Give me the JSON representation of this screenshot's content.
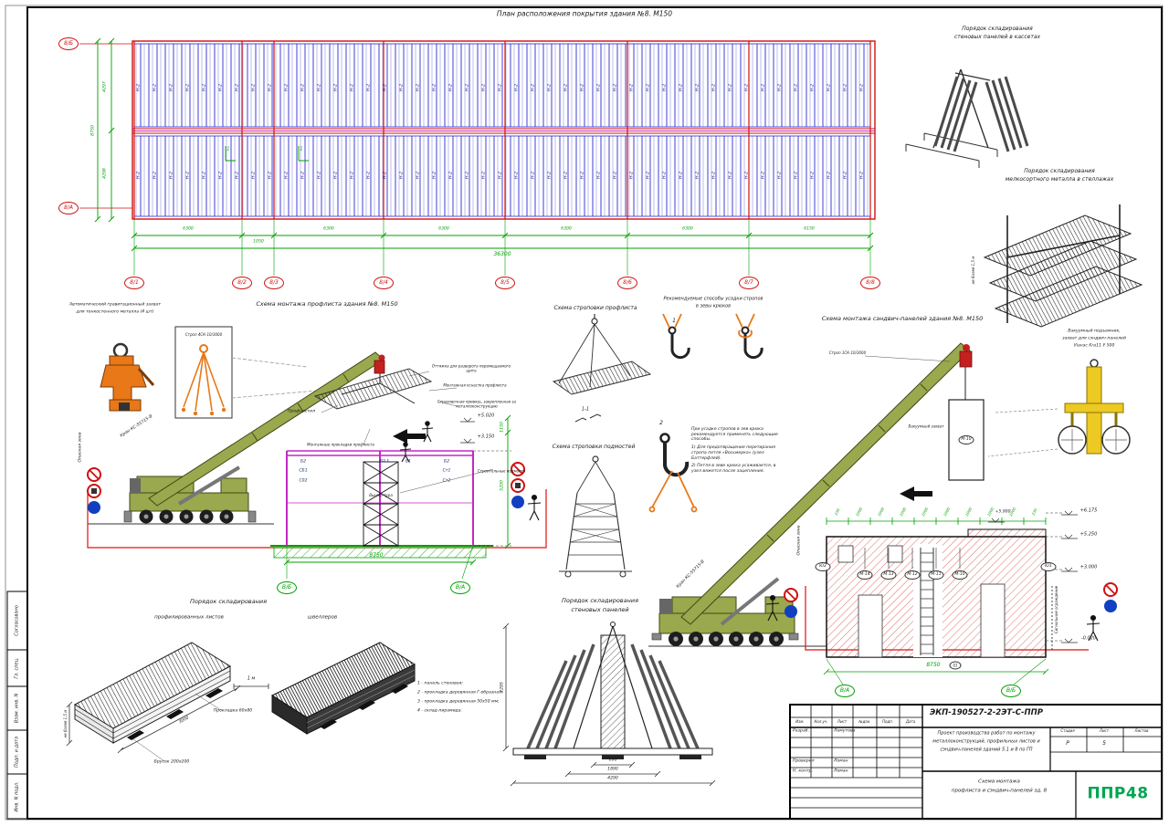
{
  "sheet": {
    "stamp_left_cells": [
      "Согласовано",
      "Гл. спец.",
      "Взам. инв. N",
      "Подп. и дата",
      "Инв. N подл."
    ]
  },
  "roof_plan": {
    "title": "План расположения покрытия здания №8. М150",
    "axis_top_left": "8/Б",
    "axis_bottom_left": "8/А",
    "bottom_axes": [
      "8/1",
      "8/2",
      "8/3",
      "8/4",
      "8/5",
      "8/6",
      "8/7",
      "8/8"
    ],
    "span_dims": [
      "6300",
      "6300",
      "6300",
      "6300",
      "6300",
      "6150"
    ],
    "small_dim": "1050",
    "total_dim": "36300",
    "left_dim_top": "4297",
    "left_dim_bottom": "4298",
    "left_dim_total": "8750",
    "panel_mark": "Н-2",
    "section_mark": "1"
  },
  "cassette": {
    "title1": "Порядок складирования",
    "title2": "стеновых панелей в кассетах"
  },
  "metal_rack": {
    "title1": "Порядок складирования",
    "title2": "мелкосортного металла в стеллажах",
    "height_note": "не более 1,5 м"
  },
  "grab": {
    "line1": "Автоматический гравитационный захват",
    "line2": "для тонкостенного металла (4 шт)"
  },
  "crane1": {
    "title": "Схема монтажа профлиста здания №8. М150",
    "sling_label": "Строп 4СК-10/3000",
    "crane_label": "Кран КС-55715-В",
    "danger_zone": "Опасная зона",
    "guy_label": "Оттяжка для разворота перемещаемого щита",
    "rig_label": "Монтажная оснастка профлиста",
    "safety_label": "Страховочная привязь, закрепленная за металлоконструкцию",
    "sheet_label": "Профнастил",
    "pads_label": "Монтажные прокладки профлиста",
    "scaffold_label": "Строительные подмости",
    "tower_label": "Вышка-тура",
    "level1": "+5.020",
    "level2": "+3.150",
    "vdim1": "1150",
    "vdim2": "5200",
    "beams_left": [
      "Б2",
      "СБ1",
      "С02"
    ],
    "beams_mid": [
      "В2.1",
      "В1"
    ],
    "beams_right": [
      "Б2",
      "Ст1",
      "Ст2"
    ],
    "bottom_dim": "8750",
    "axis_left": "В/Б",
    "axis_right": "В/А"
  },
  "sling_prof": {
    "title": "Схема строповки профлиста",
    "section": "1-1"
  },
  "sling_scaffold": {
    "title": "Схема строповки подмостей"
  },
  "hooks": {
    "title1": "Рекомендуемые способы усадки стропов",
    "title2": "в зевы крюков",
    "num1": "1",
    "num2": "2",
    "note1": "При усадке стропов в зев крюка рекомендуется применять следующие способы.",
    "note2": "1) Для предотвращения перетирания стропа петля «Восьмерка» (узел Баттерфляй).",
    "note3": "2) Петля в зеве крюка усаживается, в узел вяжется после зацепления."
  },
  "crane2": {
    "title": "Схема монтажа сэндвич-панелей здания №8. М150",
    "sling_label": "Строп 1СК-10/3000",
    "crane_label": "Кран КС-55715-В",
    "vacuum_label": "Вакуумный захват",
    "panel_mark": "М-10",
    "lifter_lines": [
      "Вакуумный подъемник,",
      "захват для сэндвич-панелей",
      "Viavac Kra11 У 500"
    ],
    "top_dims": [
      "230",
      "1000",
      "1000",
      "1000",
      "1000",
      "1000",
      "1000",
      "1000",
      "1000",
      "230"
    ],
    "level_top_left": "+5.900",
    "levels_right": [
      "+6.175",
      "+5.250",
      "+3.000",
      "-0.020"
    ],
    "marks": [
      "М-14",
      "М-13",
      "М-12",
      "М-11",
      "М-10"
    ],
    "end_mark_left": "Ю2",
    "end_mark_right": "Ю1",
    "bottom_mark": "01",
    "fence_label": "Сигнальное ограждение",
    "danger_zone": "Опасная зона",
    "bottom_dim": "8750",
    "axis_left": "В/А",
    "axis_right": "В/Б"
  },
  "stacks": {
    "title": "Порядок складирования",
    "sub1": "профилированных листов",
    "sub2": "швеллеров",
    "pad_label": "Прокладка 60x80",
    "bar_label": "Брусок 200x200",
    "height_note": "не более 1,5 м",
    "gap_label": "1 м",
    "slant_dim": "3000"
  },
  "panel_rack": {
    "title1": "Порядок складирования",
    "title2": "стеновых панелей",
    "dim_690": "690",
    "dim_1890": "1890",
    "dim_4290": "4290",
    "dim_2295": "2295",
    "legend": [
      "1 - панель стеновая;",
      "2 - прокладка деревянная Г-образная;",
      "3 - прокладка деревянная 50x50 мм;",
      "4 - склад-пирамида."
    ]
  },
  "title_block": {
    "code": "ЭКП-190527-2-2ЭТ-С-ППР",
    "header_cols": [
      "Изм.",
      "Кол.уч.",
      "Лист",
      "№док.",
      "Подп.",
      "Дата"
    ],
    "rows": [
      {
        "role": "Разраб.",
        "name": "Лемутова"
      },
      {
        "role": "Проверил",
        "name": "Ломан"
      },
      {
        "role": "Н. контр.",
        "name": "Ломан"
      }
    ],
    "project_lines": [
      "Проект производства работ по монтажу",
      "металлоконструкций, профильных листов и",
      "сэндвич-панелей зданий 5.1 и 8 по ГП"
    ],
    "sheet_title_lines": [
      "Схема монтажа",
      "профлиста и сэндвич-панелей зд. 8"
    ],
    "stage_cols": [
      "Стадия",
      "Лист",
      "Листов"
    ],
    "stage": "Р",
    "sheet_no": "5",
    "sheets_total": "",
    "logo": "ППР48",
    "logo_color": "#00a651"
  }
}
